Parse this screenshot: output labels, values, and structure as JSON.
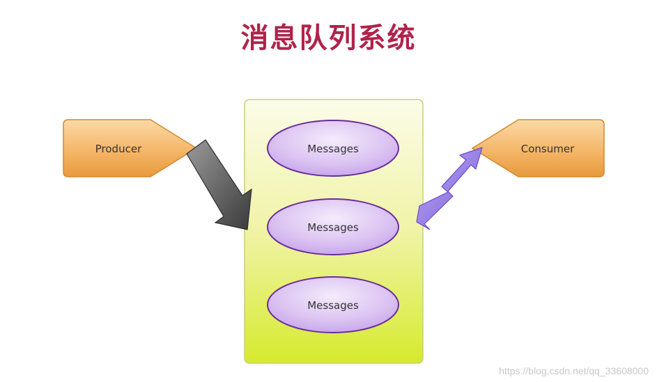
{
  "title": "消息队列系统",
  "producer": {
    "label": "Producer"
  },
  "consumer": {
    "label": "Consumer"
  },
  "queue": {
    "messages": [
      "Messages",
      "Messages",
      "Messages"
    ]
  },
  "watermark": "https://blog.csdn.net/qq_33608000",
  "colors": {
    "title": "#b0234a",
    "producer_fill": "#f4b668",
    "consumer_fill": "#f4b668",
    "queue_fill": "#eef28a",
    "message_fill": "#dcc4f2",
    "message_stroke": "#6a2c9a",
    "producer_arrow": "#555555",
    "consumer_arrow": "#9d83e6"
  }
}
